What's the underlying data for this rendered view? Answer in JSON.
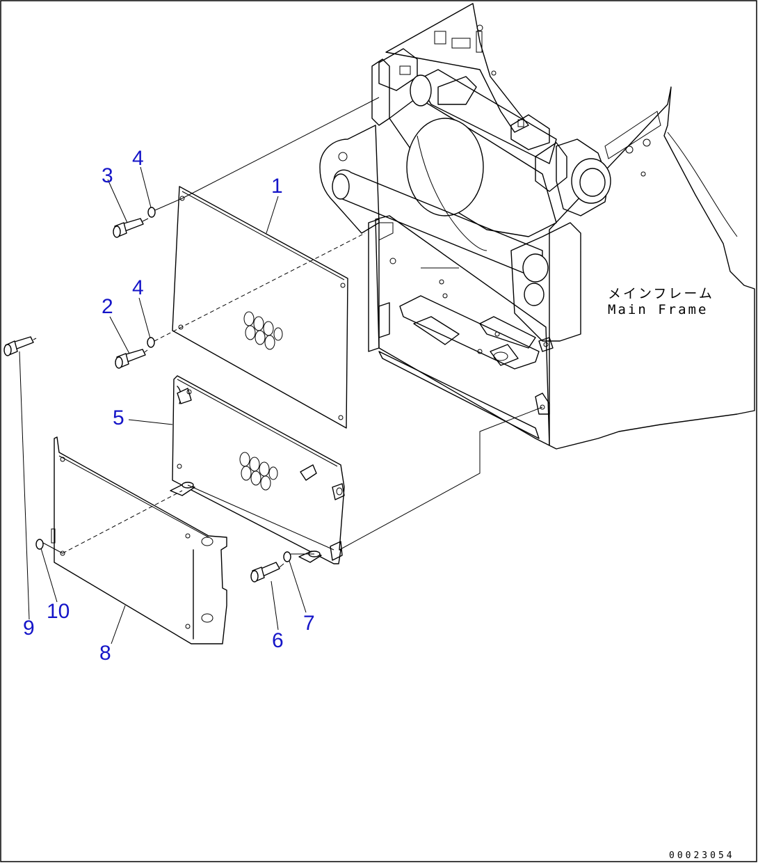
{
  "diagram": {
    "callouts": [
      "1",
      "2",
      "3",
      "4",
      "4",
      "5",
      "6",
      "7",
      "8",
      "9",
      "10"
    ],
    "frame_label": {
      "ja": "メインフレーム",
      "en": "Main Frame"
    },
    "drawing_number": "00023054"
  }
}
